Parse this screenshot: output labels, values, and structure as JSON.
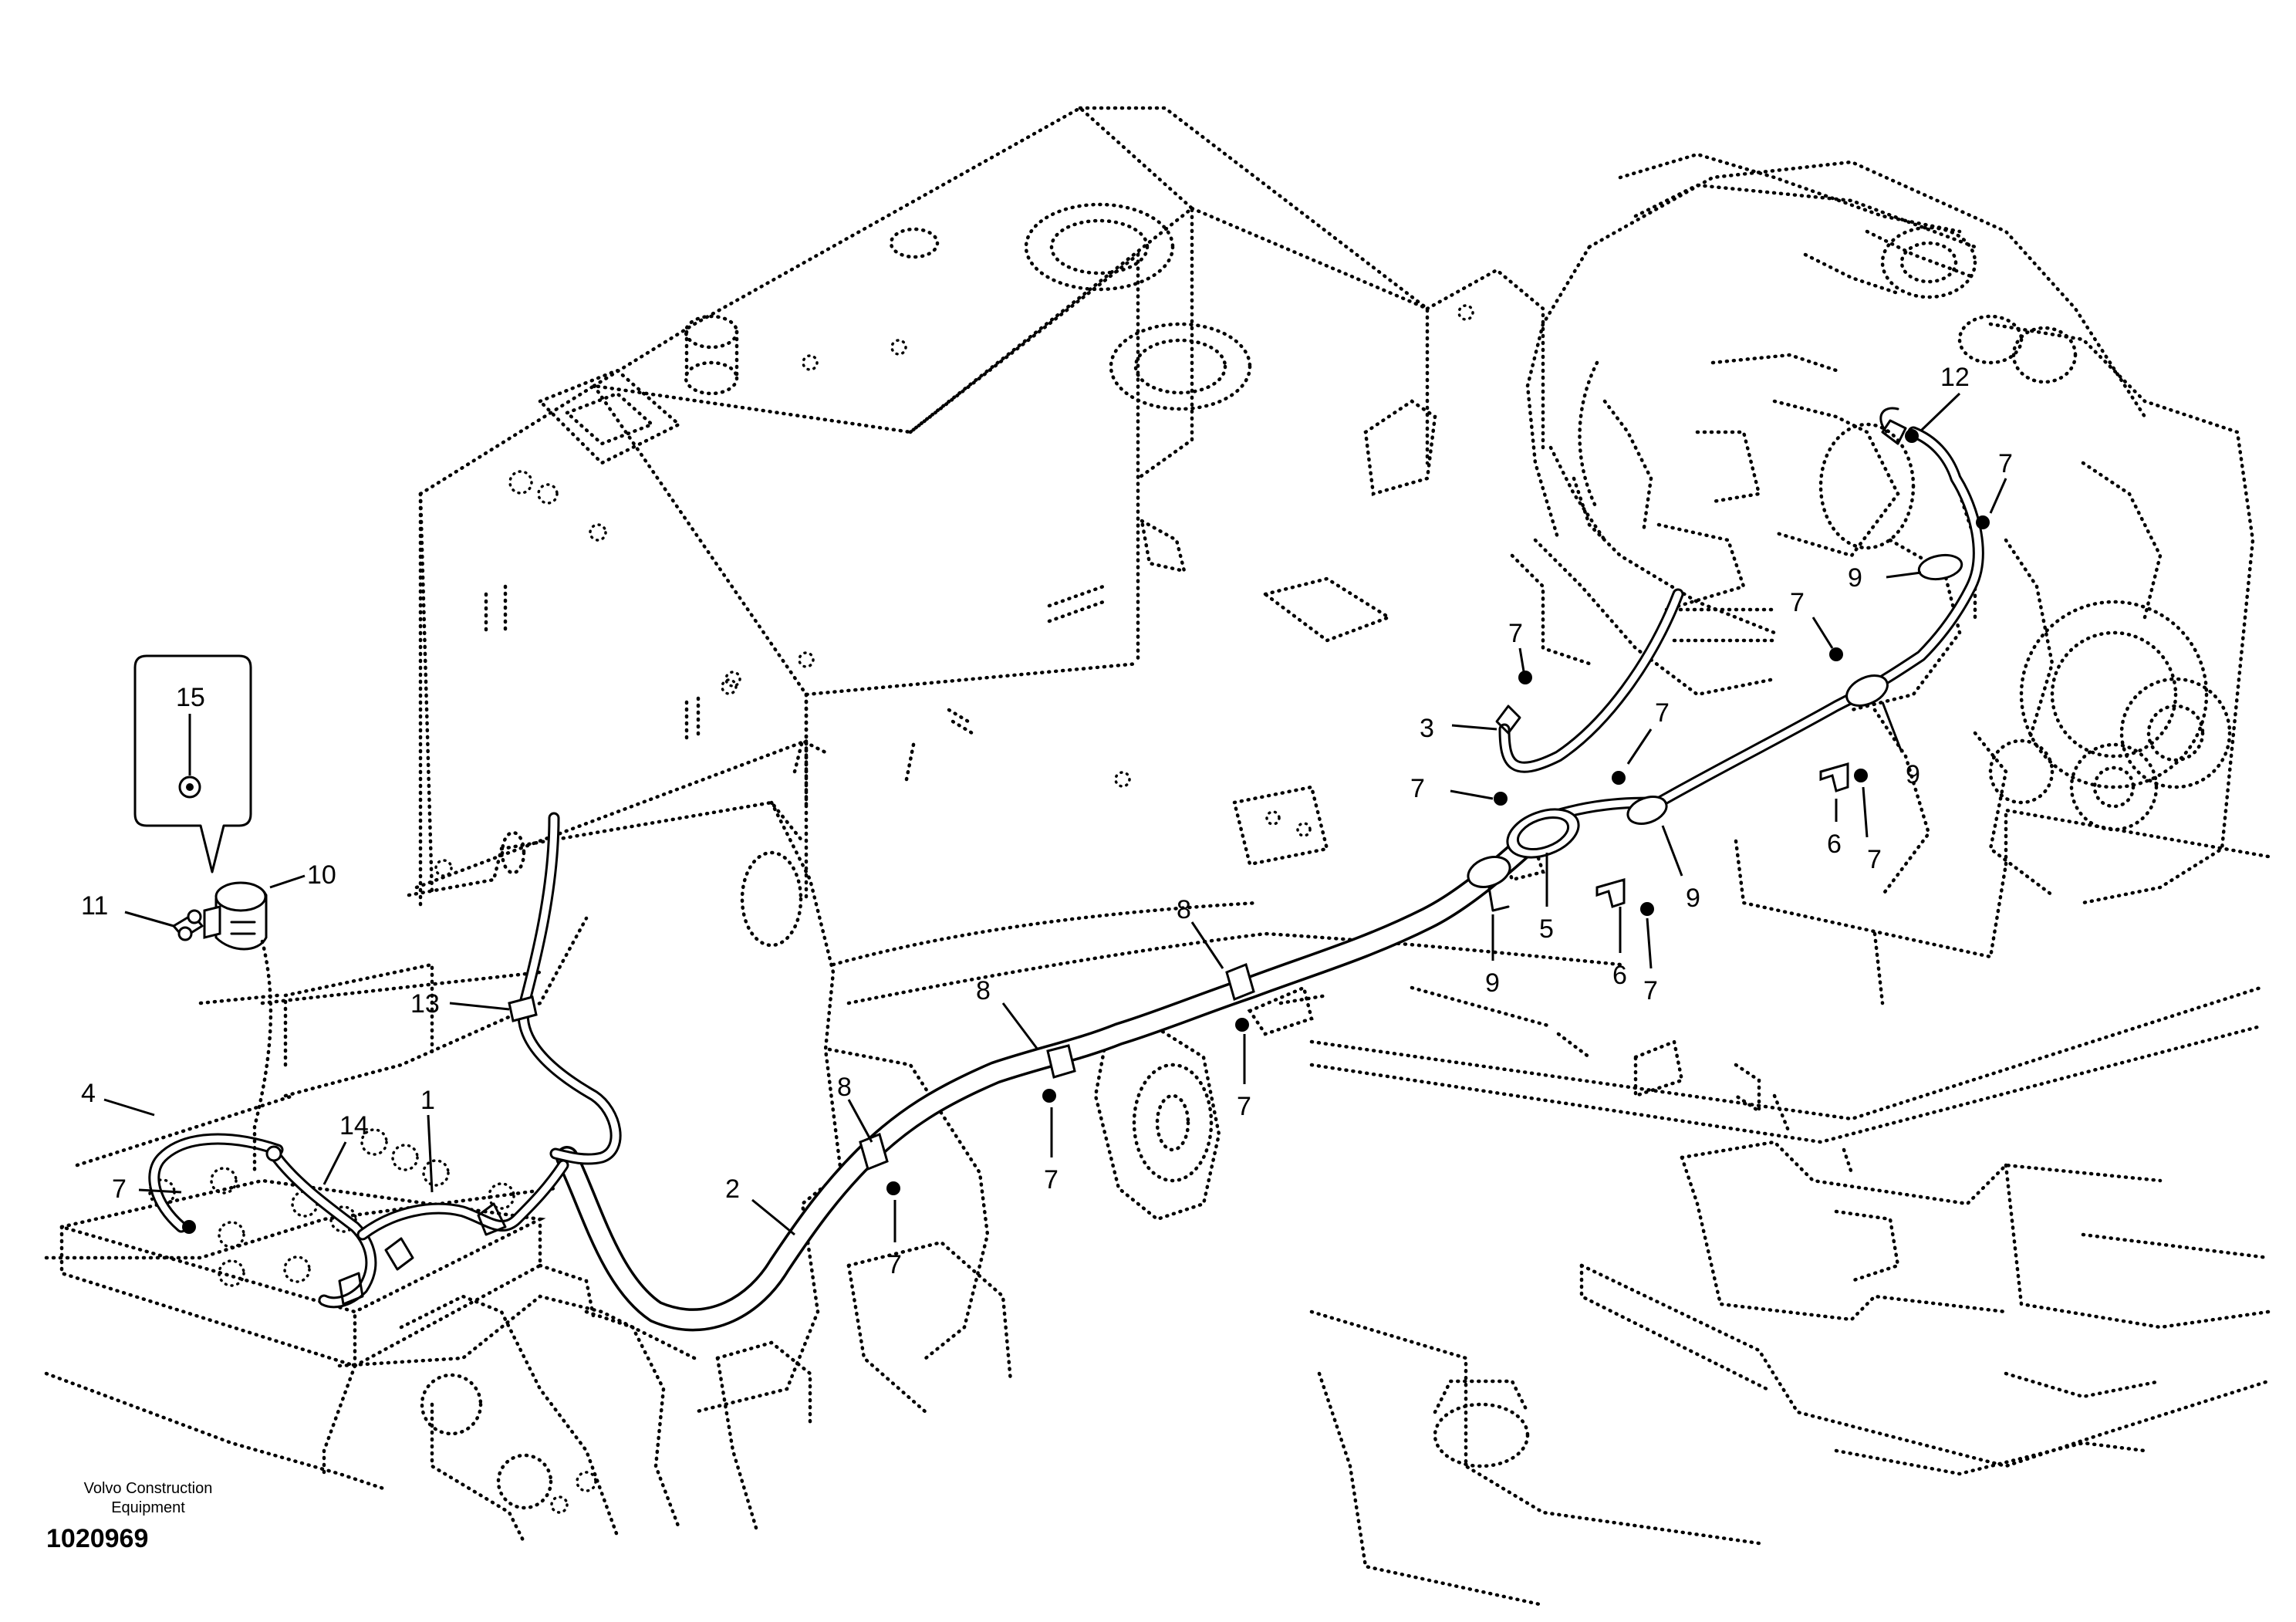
{
  "diagram": {
    "callouts": {
      "c1": "1",
      "c2": "2",
      "c3": "3",
      "c4": "4",
      "c5": "5",
      "c6": "6",
      "c7": "7",
      "c8": "8",
      "c9": "9",
      "c10": "10",
      "c11": "11",
      "c12": "12",
      "c13": "13",
      "c14": "14",
      "c15": "15"
    },
    "brand_line1": "Volvo Construction",
    "brand_line2": "Equipment",
    "figure_number": "1020969"
  }
}
